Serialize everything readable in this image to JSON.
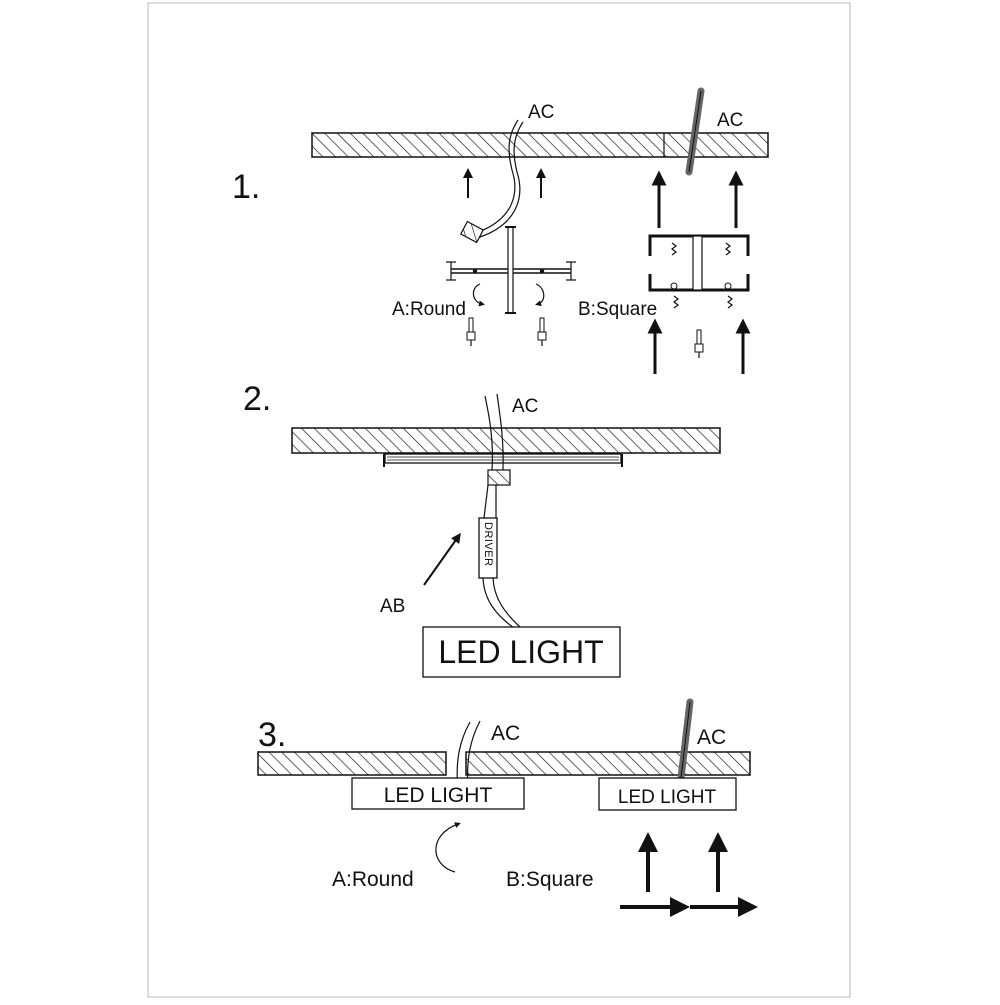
{
  "steps": {
    "s1": "1.",
    "s2": "2.",
    "s3": "3."
  },
  "labels": {
    "ac": "AC",
    "ab": "AB",
    "driver": "DRIVER",
    "led_light": "LED LIGHT",
    "round": "A:Round",
    "square": "B:Square"
  },
  "colors": {
    "line": "#111111",
    "frame": "#bbbbbb",
    "wire_gray": "#777777",
    "background": "#ffffff"
  }
}
